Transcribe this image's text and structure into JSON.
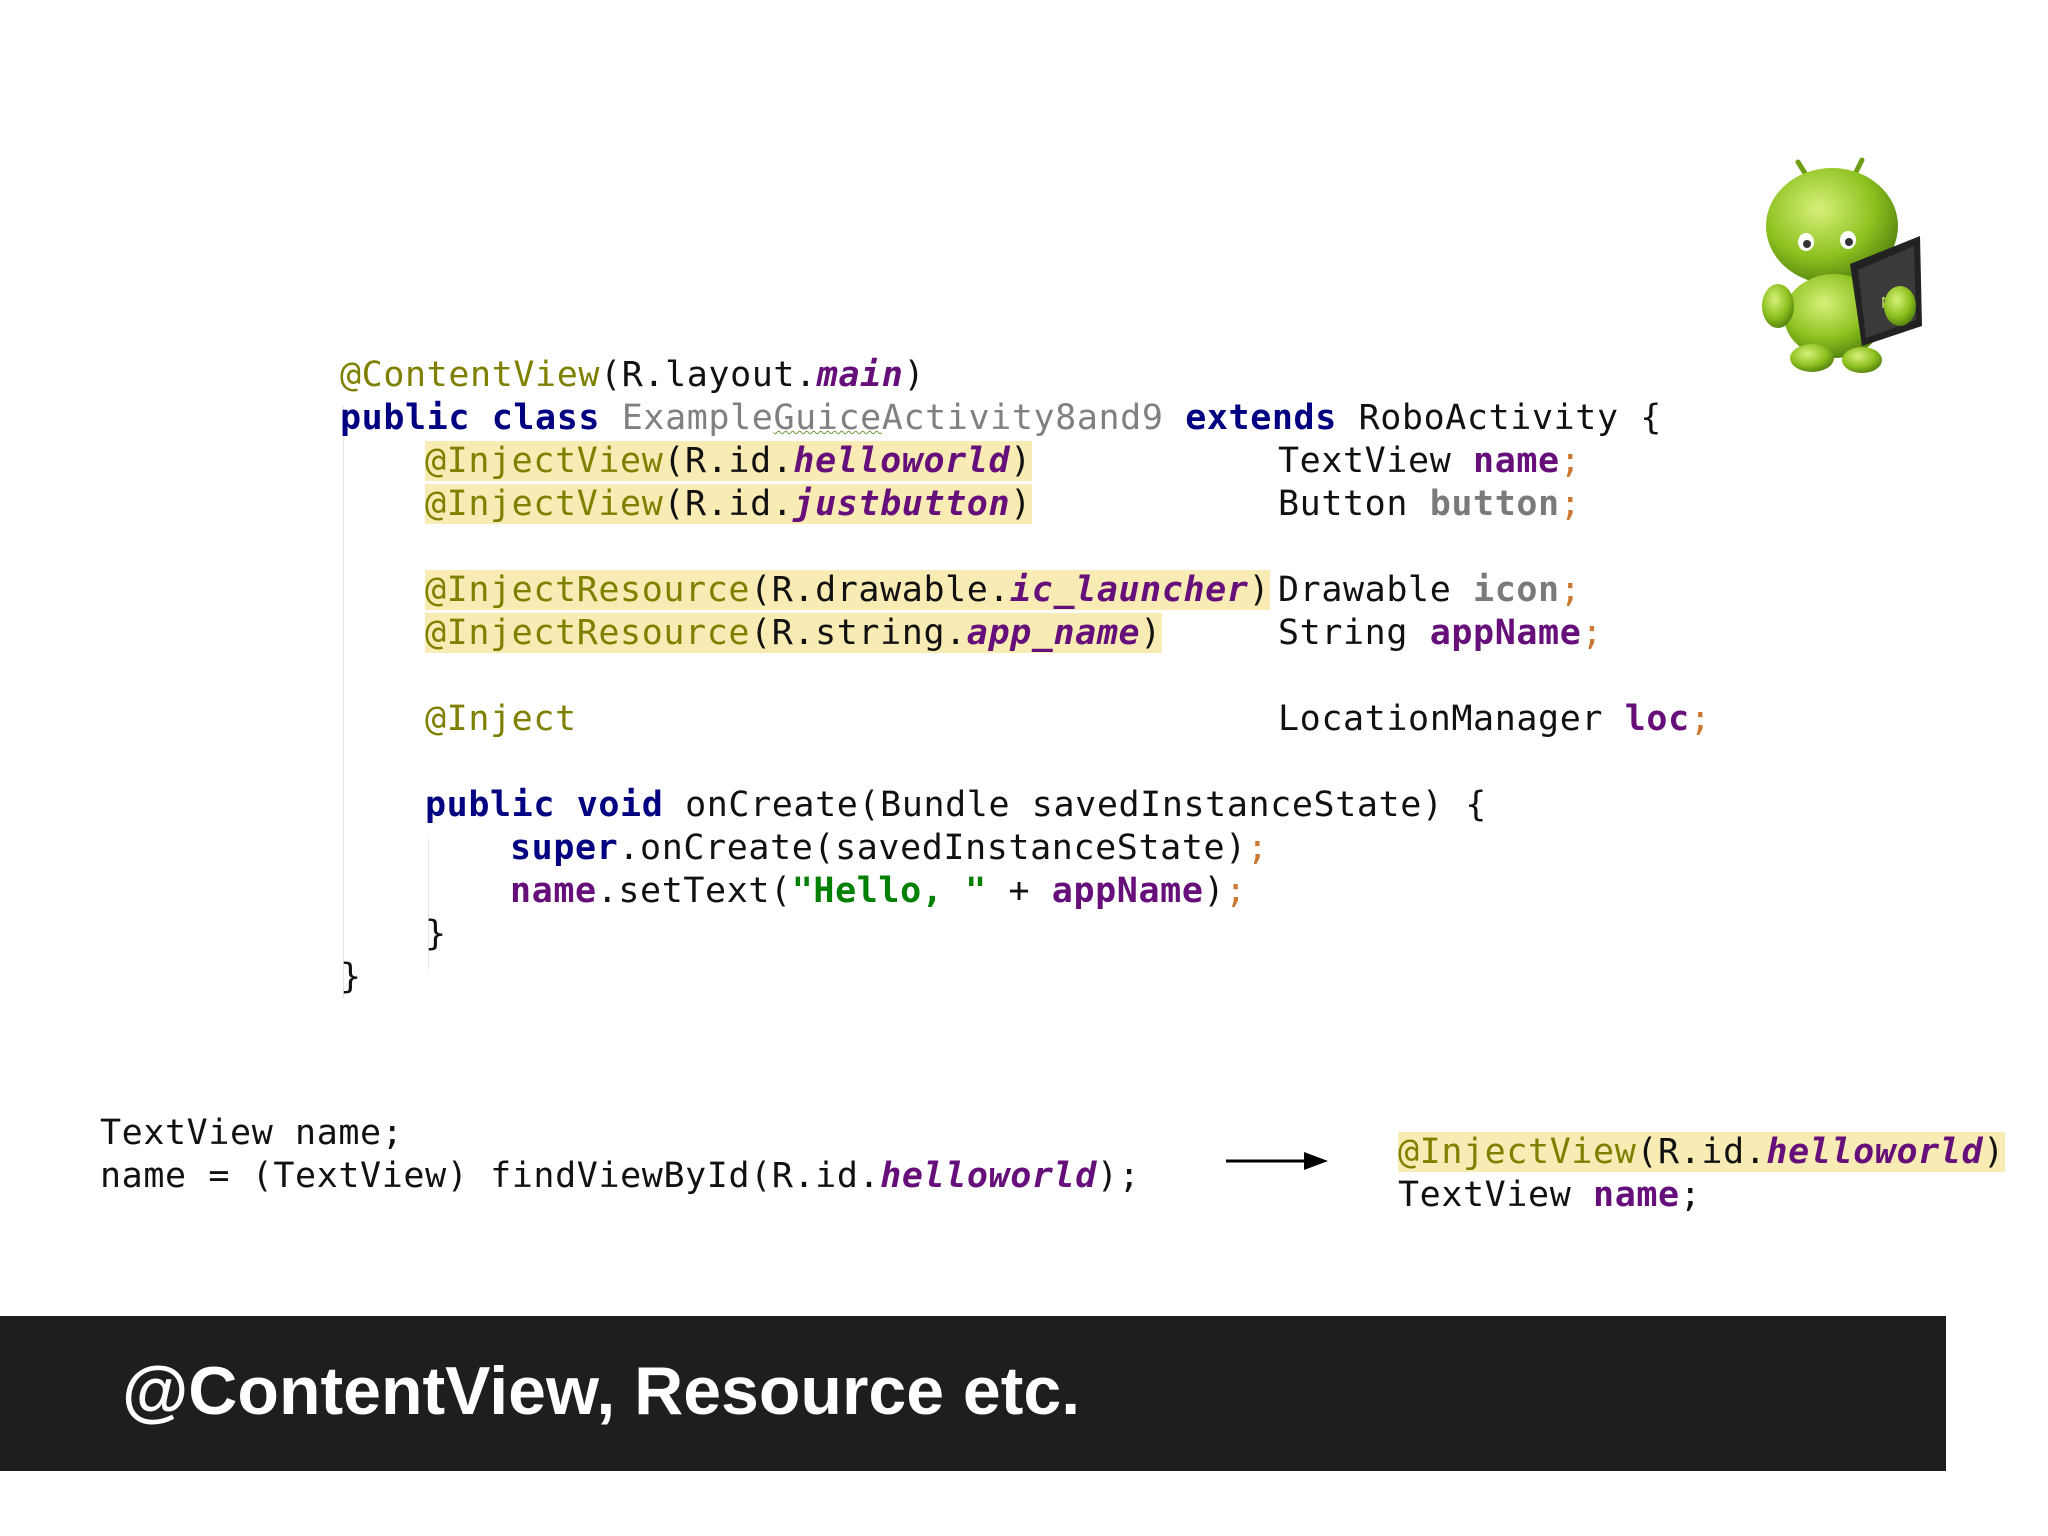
{
  "title": "@ContentView, Resource etc.",
  "code": {
    "line1": {
      "ann": "@ContentView",
      "pre": "(R.layout.",
      "val": "main",
      "post": ")"
    },
    "line2": {
      "kw1": "public",
      "kw2": "class",
      "cls_a": "ExampleGuice",
      "cls_b": "Activity8and9",
      "kw3": "extends",
      "base": "RoboActivity {"
    },
    "line3": {
      "ann": "@InjectView",
      "pre": "(R.id.",
      "val": "helloworld",
      "post": ")",
      "type": "TextView",
      "field": "name",
      "semi": ";"
    },
    "line4": {
      "ann": "@InjectView",
      "pre": "(R.id.",
      "val": "justbutton",
      "post": ")",
      "type": "Button",
      "field": "button",
      "semi": ";"
    },
    "line6": {
      "ann": "@InjectResource",
      "pre": "(R.drawable.",
      "val": "ic_launcher",
      "post": ")",
      "type": "Drawable",
      "field": "icon",
      "semi": ";"
    },
    "line7": {
      "ann": "@InjectResource",
      "pre": "(R.string.",
      "val": "app_name",
      "post": ")",
      "type": "String",
      "field": "appName",
      "semi": ";"
    },
    "line9": {
      "ann": "@Inject",
      "type": "LocationManager",
      "field": "loc",
      "semi": ";"
    },
    "line11": {
      "kw1": "public",
      "kw2": "void",
      "rest": "onCreate(Bundle savedInstanceState) {"
    },
    "line12": {
      "kw": "super",
      "rest": ".onCreate(savedInstanceState)",
      "semi": ";"
    },
    "line13": {
      "field": "name",
      "mid": ".setText(",
      "str": "\"Hello, \"",
      "plus": " + ",
      "field2": "appName",
      "close": ")",
      "semi": ";"
    },
    "line14": {
      "text": "}"
    },
    "line15": {
      "text": "}"
    }
  },
  "before": {
    "line1": "TextView name;",
    "line2_pre": "name = (TextView) findViewById(R.id.",
    "line2_val": "helloworld",
    "line2_post": ");"
  },
  "after": {
    "ann": "@InjectView",
    "pre": "(R.id.",
    "val": "helloworld",
    "post": ")",
    "type": "TextView",
    "field": "name",
    "semi": ";"
  },
  "colors": {
    "annotation": "#808000",
    "keyword": "#000080",
    "field": "#660e7a",
    "string": "#008000",
    "highlight": "#f8ecb4",
    "title_bar": "#1e1e1e",
    "title_text": "#ffffff"
  },
  "icons": {
    "mascot": "android-robot-with-laptop"
  }
}
